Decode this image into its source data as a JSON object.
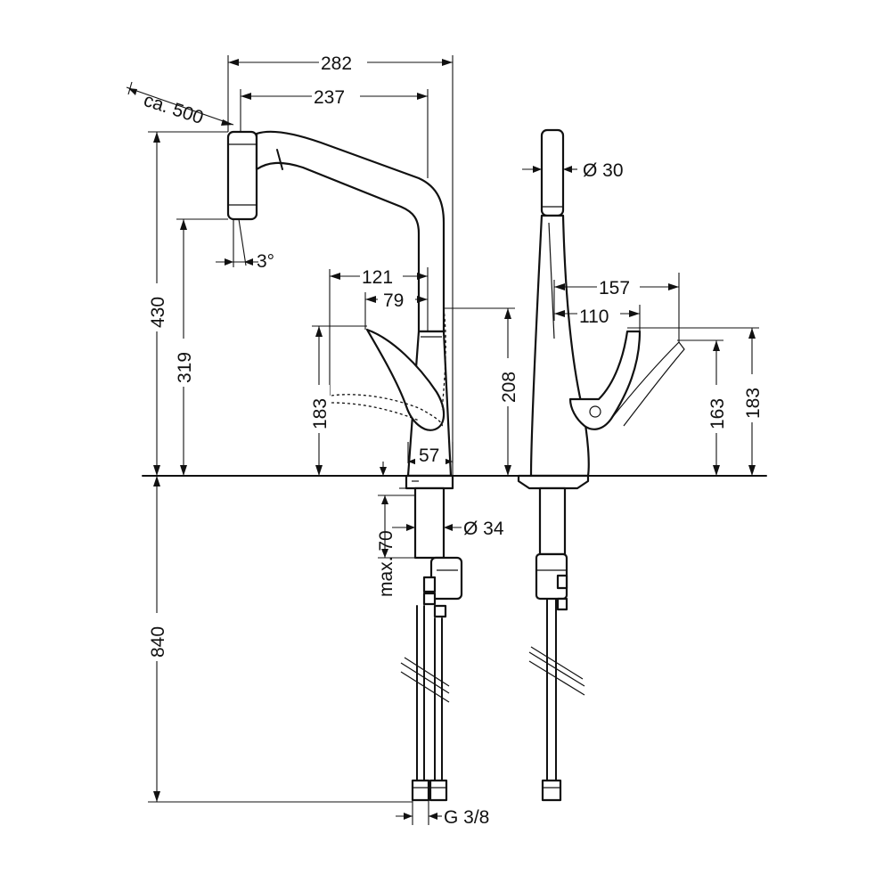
{
  "dimensions": {
    "d282": "282",
    "d237": "237",
    "d500": "ca. 500",
    "d3deg": "3°",
    "d430": "430",
    "d319": "319",
    "d121": "121",
    "d79": "79",
    "d183_left": "183",
    "d208": "208",
    "d57": "57",
    "d34": "Ø 34",
    "d70": "max. 70",
    "d840": "840",
    "dG38": "G 3/8",
    "d30": "Ø 30",
    "d157": "157",
    "d110": "110",
    "d163": "163",
    "d183_right": "183"
  },
  "colors": {
    "line": "#111111",
    "background": "#ffffff"
  }
}
